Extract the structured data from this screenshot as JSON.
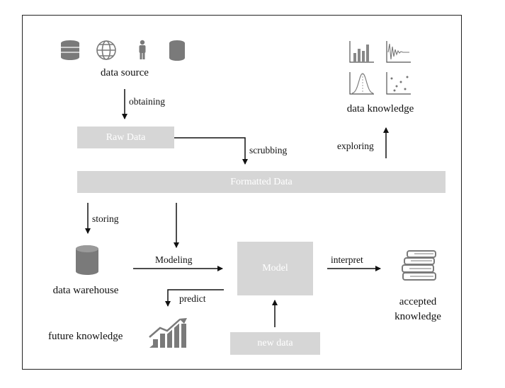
{
  "nodes": {
    "data_source": "data source",
    "raw_data": "Raw Data",
    "formatted_data": "Formatted Data",
    "data_knowledge": "data knowledge",
    "data_warehouse": "data warehouse",
    "model": "Model",
    "new_data": "new data",
    "future_knowledge": "future knowledge",
    "accepted_knowledge_line1": "accepted",
    "accepted_knowledge_line2": "knowledge"
  },
  "edges": {
    "obtaining": "obtaining",
    "scrubbing": "scrubbing",
    "exploring": "exploring",
    "storing": "storing",
    "modeling": "Modeling",
    "interpret": "interpret",
    "predict": "predict"
  },
  "icons": {
    "source_icons": [
      "database-stack-icon",
      "globe-icon",
      "person-icon",
      "cylinder-icon"
    ],
    "knowledge_icons": [
      "bar-chart-icon",
      "damped-wave-icon",
      "bell-curve-icon",
      "scatter-plot-icon"
    ],
    "warehouse_icon": "database-cylinder-icon",
    "future_icon": "growth-chart-icon",
    "accepted_icon": "books-icon"
  },
  "colors": {
    "box_fill": "#d6d6d6",
    "icon_gray": "#7a7a7a",
    "line": "#111111"
  }
}
